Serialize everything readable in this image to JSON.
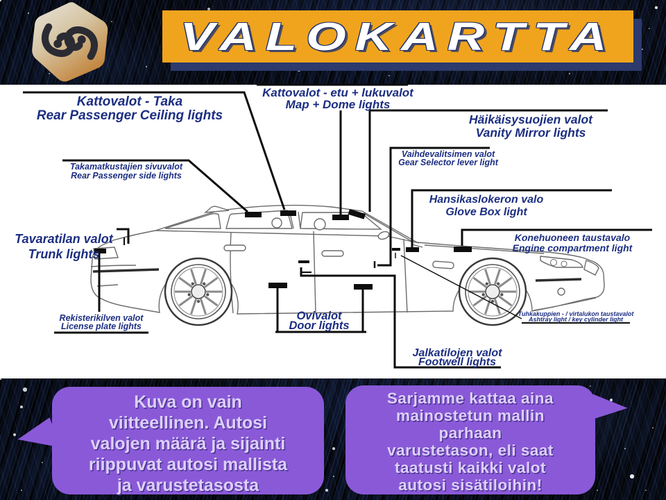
{
  "header": {
    "title": "VALOKARTTA"
  },
  "colors": {
    "banner": "#f0a41d",
    "banner_shadow": "#2c3a6d",
    "label_text": "#1c2e82",
    "bubble": "#8a59d8",
    "bubble_text": "#ddd0fa",
    "callout": "#0d0d0d"
  },
  "labels": {
    "kattovalot_taka": {
      "fi": "Kattovalot - Taka",
      "en": "Rear Passenger Ceiling lights"
    },
    "kattovalot_etu": {
      "fi": "Kattovalot - etu + lukuvalot",
      "en": "Map + Dome lights"
    },
    "haikaisysuojien": {
      "fi": "Häikäisysuojien valot",
      "en": "Vanity Mirror lights"
    },
    "vaihdevalitsimen": {
      "fi": "Vaihdevalitsimen valot",
      "en": "Gear Selector lever light"
    },
    "hansikaslokeron": {
      "fi": "Hansikaslokeron valo",
      "en": "Glove Box light"
    },
    "konehuoneen": {
      "fi": "Konehuoneen taustavalo",
      "en": "Engine compartment light"
    },
    "takamatkustajien": {
      "fi": "Takamatkustajien sivuvalot",
      "en": "Rear Passenger side lights"
    },
    "tavaratilan": {
      "fi": "Tavaratilan valot",
      "en": "Trunk lights"
    },
    "rekisterikilven": {
      "fi": "Rekisterikilven valot",
      "en": "License plate lights"
    },
    "ovivalot": {
      "fi": "Ovivalot",
      "en": "Door lights"
    },
    "jalkatilojen": {
      "fi": "Jalkatilojen valot",
      "en": "Footwell lights"
    },
    "tuhkakuppien": {
      "fi": "Tuhkakuppien - / virtalukon taustavalot",
      "en": "Ashtray light / key cylinder light"
    }
  },
  "bubbles": {
    "left": {
      "lines": [
        "Kuva on vain",
        "viitteellinen. Autosi",
        "valojen määrä ja sijainti",
        "riippuvat autosi mallista",
        "ja varustetasosta"
      ]
    },
    "right": {
      "lines": [
        "Sarjamme kattaa aina",
        "mainostetun mallin",
        "parhaan",
        "varustetason, eli saat",
        "taatusti kaikki valot",
        "autosi sisätiloihin!"
      ]
    }
  }
}
